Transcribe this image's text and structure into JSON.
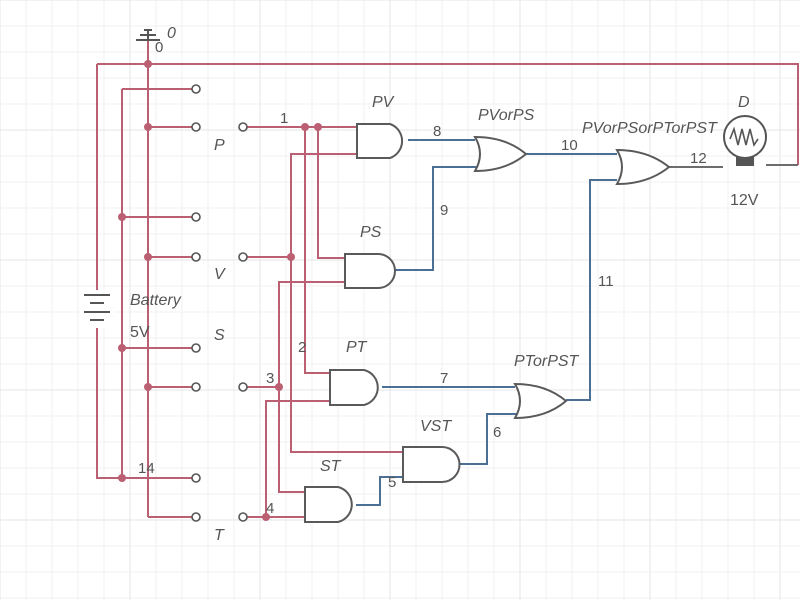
{
  "colors": {
    "wire_active": "#bb5f73",
    "wire_signal": "#4c6f96",
    "wire_neutral": "#6d6d6d",
    "gate_stroke": "#5a5a5a",
    "text": "#555555"
  },
  "ground": {
    "label": "0",
    "node": "0"
  },
  "battery": {
    "label": "Battery",
    "voltage": "5V"
  },
  "switches": {
    "p": "P",
    "v": "V",
    "s": "S",
    "t": "T"
  },
  "gates": {
    "pv": "PV",
    "ps": "PS",
    "pt": "PT",
    "st": "ST",
    "vst": "VST",
    "pvorps": "PVorPS",
    "ptorpst": "PTorPST",
    "final": "PVorPSorPTorPST"
  },
  "lamp": {
    "label": "D",
    "voltage": "12V"
  },
  "nodes": {
    "n1": "1",
    "n2": "2",
    "n3": "3",
    "n4": "4",
    "n5": "5",
    "n6": "6",
    "n7": "7",
    "n8": "8",
    "n9": "9",
    "n10": "10",
    "n11": "11",
    "n12": "12",
    "n14": "14"
  }
}
